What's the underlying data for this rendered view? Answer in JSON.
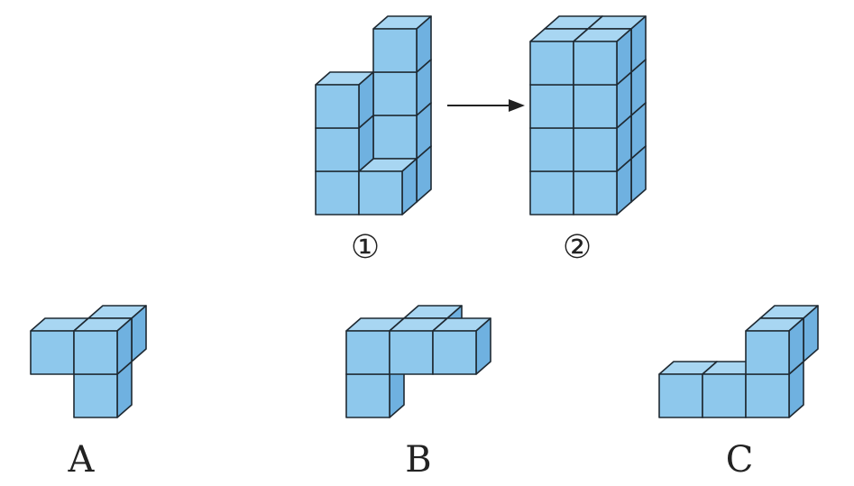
{
  "colors": {
    "front": "#8ec8ec",
    "top": "#a8d6f2",
    "side": "#6fb1e0",
    "edge": "#1f2a33",
    "arrow": "#222222",
    "text": "#222222"
  },
  "figures": {
    "fig1": {
      "label": "①",
      "cubes": [
        [
          0,
          0,
          0
        ],
        [
          0,
          0,
          1
        ],
        [
          0,
          0,
          2
        ],
        [
          1,
          0,
          0
        ],
        [
          1,
          1,
          0
        ],
        [
          1,
          1,
          1
        ],
        [
          1,
          1,
          2
        ],
        [
          1,
          1,
          3
        ]
      ]
    },
    "fig2": {
      "label": "②",
      "cubes": [
        [
          0,
          0,
          0
        ],
        [
          0,
          0,
          1
        ],
        [
          0,
          0,
          2
        ],
        [
          0,
          0,
          3
        ],
        [
          1,
          0,
          0
        ],
        [
          1,
          0,
          1
        ],
        [
          1,
          0,
          2
        ],
        [
          1,
          0,
          3
        ],
        [
          0,
          1,
          0
        ],
        [
          0,
          1,
          1
        ],
        [
          0,
          1,
          2
        ],
        [
          0,
          1,
          3
        ],
        [
          1,
          1,
          0
        ],
        [
          1,
          1,
          1
        ],
        [
          1,
          1,
          2
        ],
        [
          1,
          1,
          3
        ]
      ]
    },
    "optA": {
      "label": "A",
      "cubes": [
        [
          0,
          0,
          1
        ],
        [
          1,
          0,
          1
        ],
        [
          1,
          0,
          0
        ],
        [
          1,
          1,
          1
        ]
      ]
    },
    "optB": {
      "label": "B",
      "cubes": [
        [
          0,
          0,
          0
        ],
        [
          0,
          0,
          1
        ],
        [
          1,
          0,
          1
        ],
        [
          2,
          0,
          1
        ],
        [
          1,
          1,
          1
        ]
      ]
    },
    "optC": {
      "label": "C",
      "cubes": [
        [
          0,
          0,
          0
        ],
        [
          1,
          0,
          0
        ],
        [
          2,
          0,
          0
        ],
        [
          2,
          0,
          1
        ],
        [
          2,
          1,
          1
        ]
      ]
    }
  }
}
